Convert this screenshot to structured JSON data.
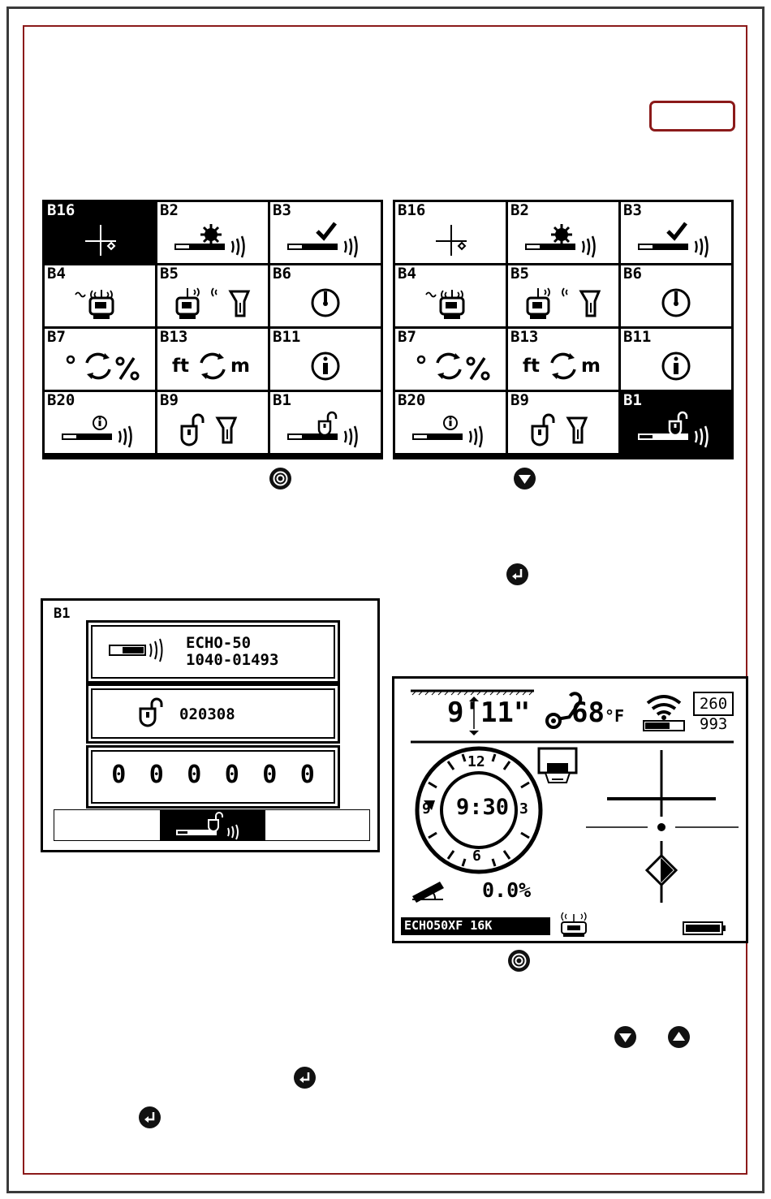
{
  "left_grid": {
    "cells": [
      {
        "code": "B16"
      },
      {
        "code": "B2"
      },
      {
        "code": "B3"
      },
      {
        "code": "B4"
      },
      {
        "code": "B5"
      },
      {
        "code": "B6"
      },
      {
        "code": "B7"
      },
      {
        "code": "B13",
        "unit_from": "ft",
        "unit_to": "m"
      },
      {
        "code": "B11"
      },
      {
        "code": "B20"
      },
      {
        "code": "B9"
      },
      {
        "code": "B1"
      }
    ],
    "selected": "B16"
  },
  "right_grid": {
    "cells": [
      {
        "code": "B16"
      },
      {
        "code": "B2"
      },
      {
        "code": "B3"
      },
      {
        "code": "B4"
      },
      {
        "code": "B5"
      },
      {
        "code": "B6"
      },
      {
        "code": "B7"
      },
      {
        "code": "B13",
        "unit_from": "ft",
        "unit_to": "m"
      },
      {
        "code": "B11"
      },
      {
        "code": "B20"
      },
      {
        "code": "B9"
      },
      {
        "code": "B1"
      }
    ],
    "selected": "B1"
  },
  "b1_panel": {
    "code": "B1",
    "model": "ECHO-50",
    "serial": "1040-01493",
    "code_value": "020308",
    "digits": [
      "0",
      "0",
      "0",
      "0",
      "0",
      "0"
    ]
  },
  "display": {
    "depth": "9'11\"",
    "temperature": "68",
    "temperature_unit": "°F",
    "channel": "260",
    "signal_value": "993",
    "clock_12": "12",
    "clock_3": "3",
    "clock_6": "6",
    "clock_9": "9",
    "clock_time": "9:30",
    "pitch": "0.0%",
    "status": "ECHO50XF 16K"
  },
  "buttons": {
    "left_grid_button": "settings-button-icon",
    "right_grid_button": "down-arrow-button-icon",
    "enter_top": "enter-button-icon",
    "display_button": "settings-button-icon",
    "down_button": "down-arrow-button-icon",
    "up_button": "up-arrow-button-icon",
    "enter_mid": "enter-button-icon",
    "enter_bottom": "enter-button-icon"
  },
  "colors": {
    "frame": "#8b1a1a",
    "border": "#3a3a3a",
    "ink": "#000000"
  }
}
